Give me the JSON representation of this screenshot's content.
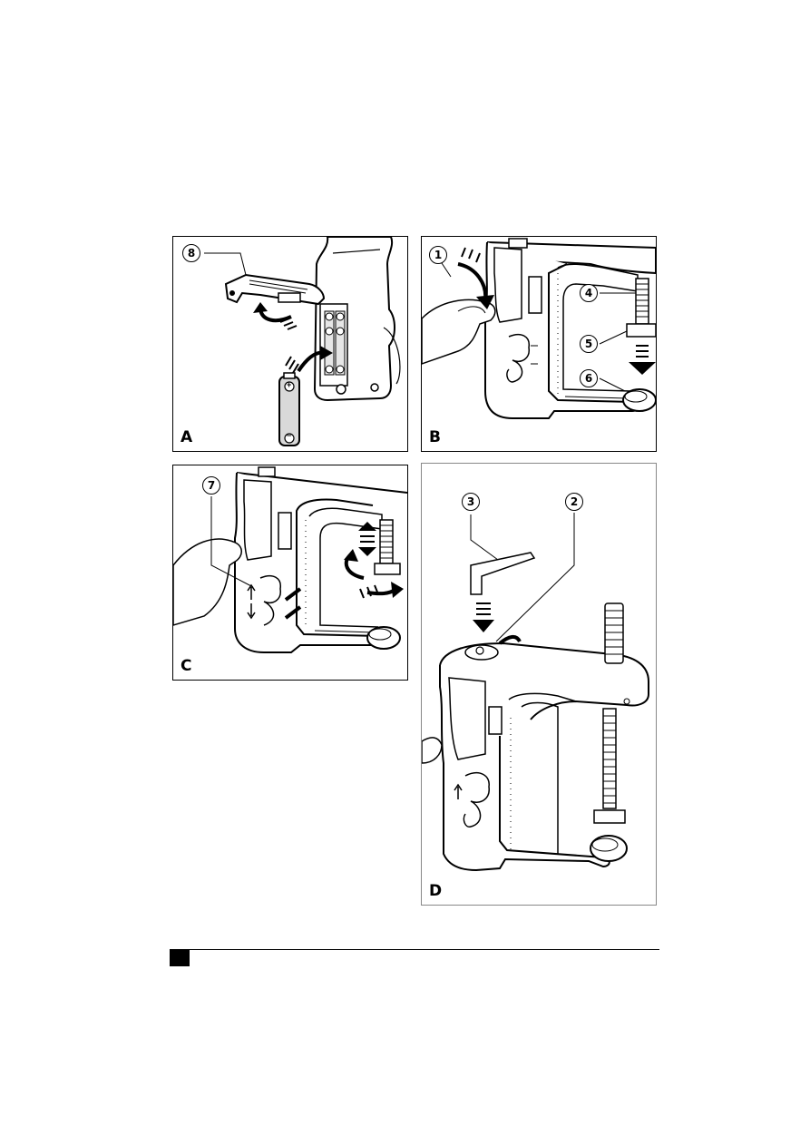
{
  "panels": {
    "a": {
      "letter": "A",
      "callouts": [
        "8"
      ]
    },
    "b": {
      "letter": "B",
      "callouts": [
        "1",
        "4",
        "5",
        "6"
      ]
    },
    "c": {
      "letter": "C",
      "callouts": [
        "7"
      ]
    },
    "d": {
      "letter": "D",
      "callouts": [
        "3",
        "2"
      ]
    }
  },
  "battery": {
    "plus": "+",
    "minus": "−"
  },
  "colors": {
    "ink": "#000000",
    "shade": "#d9d9d9",
    "paper": "#ffffff"
  }
}
